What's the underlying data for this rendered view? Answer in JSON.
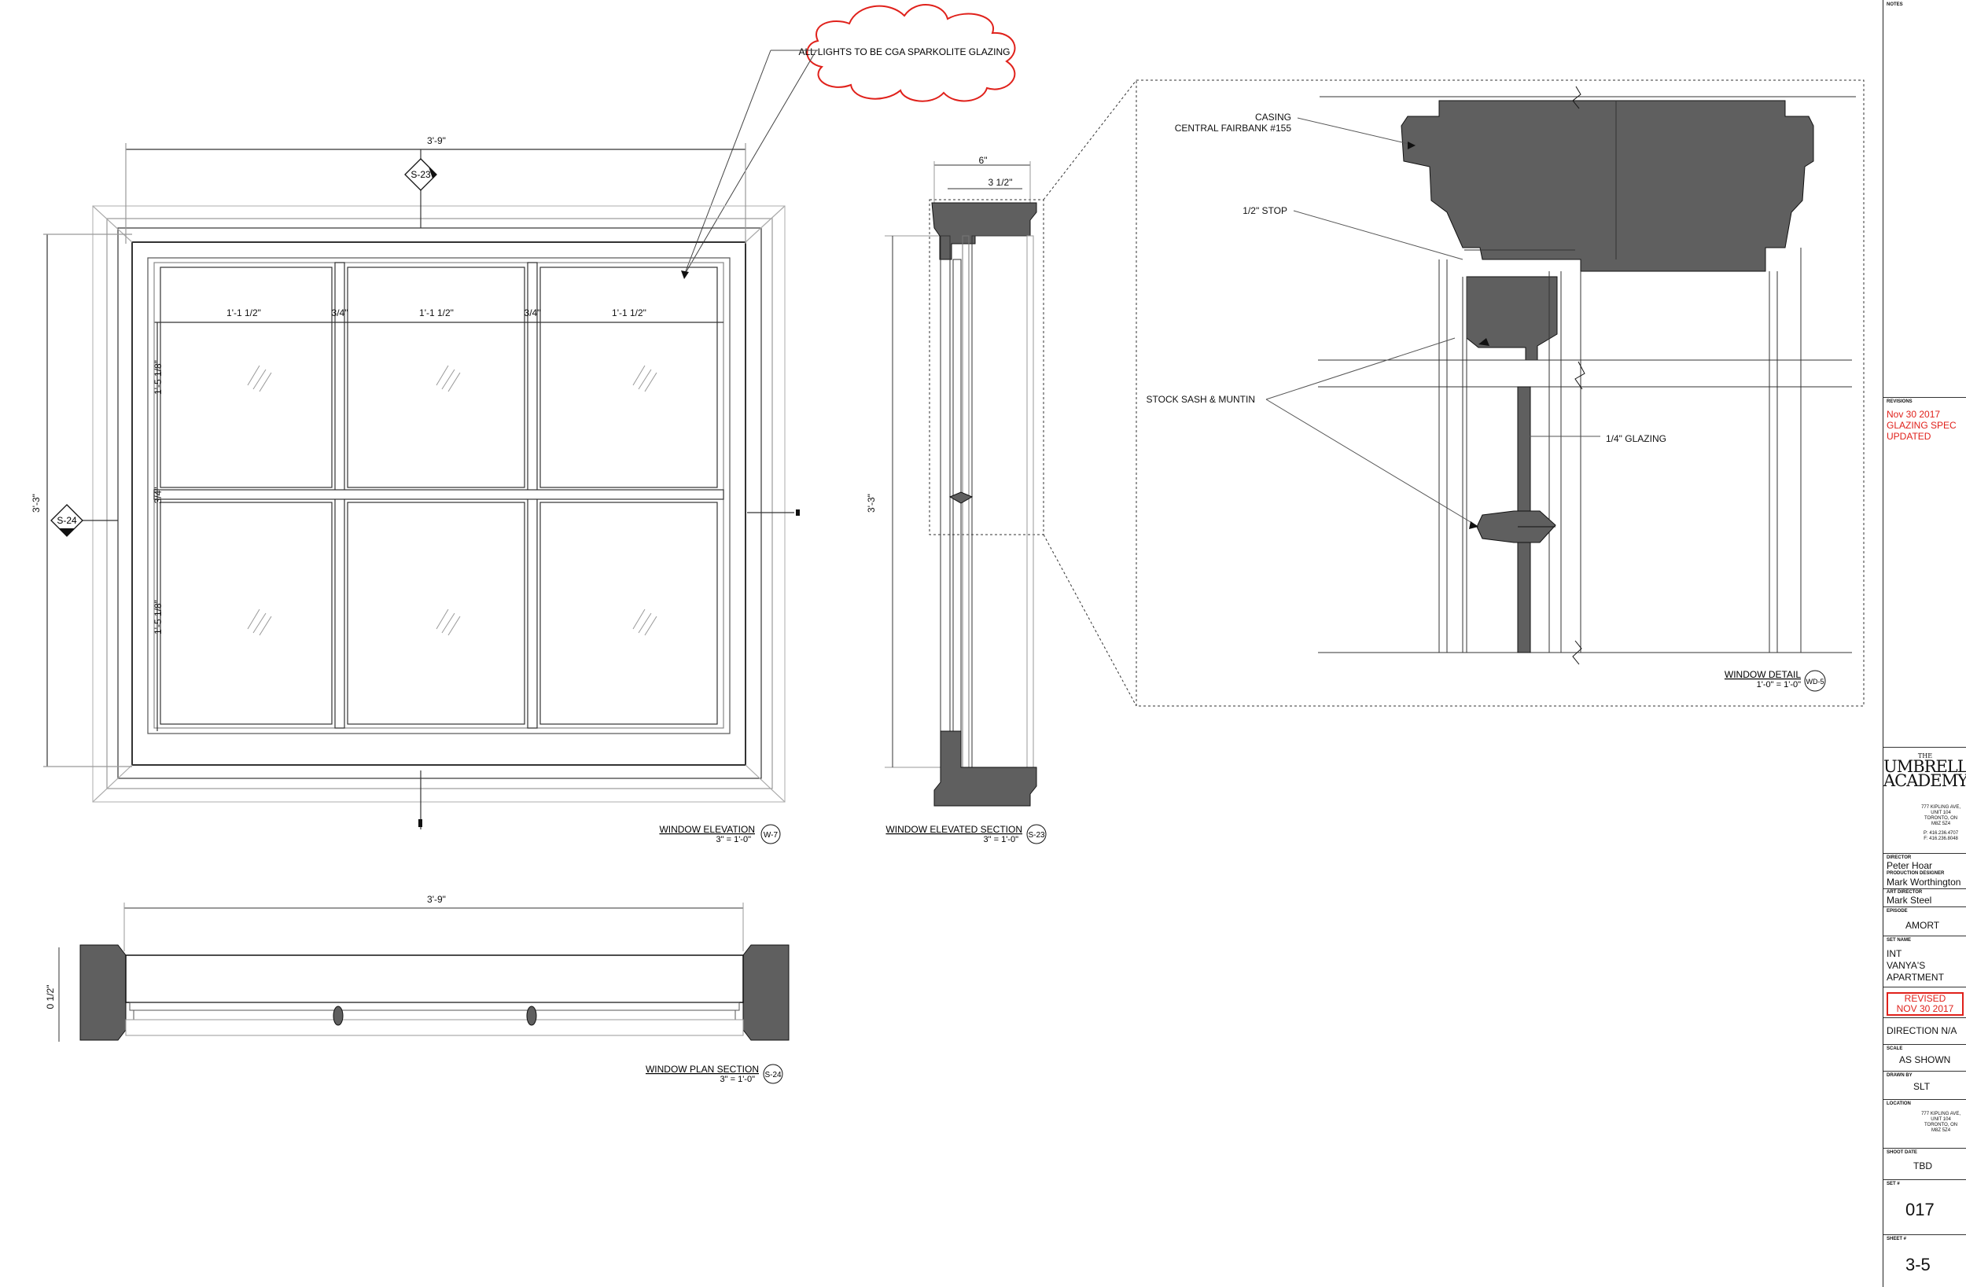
{
  "callout": {
    "text": "ALL LIGHTS TO BE CGA SPARKOLITE GLAZING"
  },
  "elevation": {
    "overall_width": "3'-9\"",
    "overall_height": "3'-3\"",
    "pane_width": "1'-1 1/2\"",
    "muntin": "3/4\"",
    "pane_height": "1'-5 1/8\"",
    "section_tag_top": "S-23",
    "section_tag_left": "S-24",
    "title": "WINDOW ELEVATION",
    "scale": "3\" = 1'-0\"",
    "ref": "W-7"
  },
  "elevated_section": {
    "width_outer": "6\"",
    "width_inner": "3 1/2\"",
    "height": "3'-3\"",
    "title": "WINDOW ELEVATED SECTION",
    "scale": "3\" = 1'-0\"",
    "ref": "S-23"
  },
  "plan_section": {
    "width": "3'-9\"",
    "depth": "0 1/2\"",
    "title": "WINDOW PLAN SECTION",
    "scale": "3\" = 1'-0\"",
    "ref": "S-24"
  },
  "detail": {
    "casing_label": "CASING",
    "casing_sub": "CENTRAL FAIRBANK #155",
    "stop_label": "1/2\" STOP",
    "sash_label": "STOCK SASH & MUNTIN",
    "glazing_label": "1/4\" GLAZING",
    "title": "WINDOW DETAIL",
    "scale": "1'-0\" = 1'-0\"",
    "ref": "WD-5"
  },
  "title_block": {
    "notes_label": "NOTES",
    "revisions_label": "REVISIONS",
    "revision_note": [
      "Nov 30 2017",
      "GLAZING SPEC",
      "UPDATED"
    ],
    "logo": [
      "THE",
      "UMBRELLA",
      "ACADEMY"
    ],
    "address": [
      "777 KIPLING AVE,",
      "UNIT 104",
      "TORONTO, ON",
      "M8Z 5Z4"
    ],
    "phone": [
      "P: 416.236.4707",
      "F: 416.236.8048"
    ],
    "director_label": "DIRECTOR",
    "director": "Peter Hoar",
    "pd_label": "PRODUCTION DESIGNER",
    "production_designer": "Mark Worthington",
    "ad_label": "ART DIRECTOR",
    "art_director": "Mark Steel",
    "episode_label": "EPISODE",
    "episode": "AMORT",
    "set_name_label": "SET NAME",
    "set_name": [
      "INT",
      "VANYA'S",
      "APARTMENT"
    ],
    "revised": [
      "REVISED",
      "NOV 30 2017"
    ],
    "direction": "DIRECTION N/A",
    "scale_label": "SCALE",
    "scale": "AS SHOWN",
    "drawn_by_label": "DRAWN BY",
    "drawn_by": "SLT",
    "location_label": "LOCATION",
    "location": [
      "777 KIPLING AVE,",
      "UNIT 104",
      "TORONTO, ON",
      "M8Z 5Z4"
    ],
    "shoot_date_label": "SHOOT DATE",
    "shoot_date": "TBD",
    "set_no_label": "SET #",
    "set_no": "017",
    "sheet_no_label": "SHEET #",
    "sheet_no": "3-5"
  },
  "colors": {
    "fill": "#5f5f5f",
    "line": "#222222",
    "red": "#e0211b",
    "cloud": "#e0211b"
  }
}
